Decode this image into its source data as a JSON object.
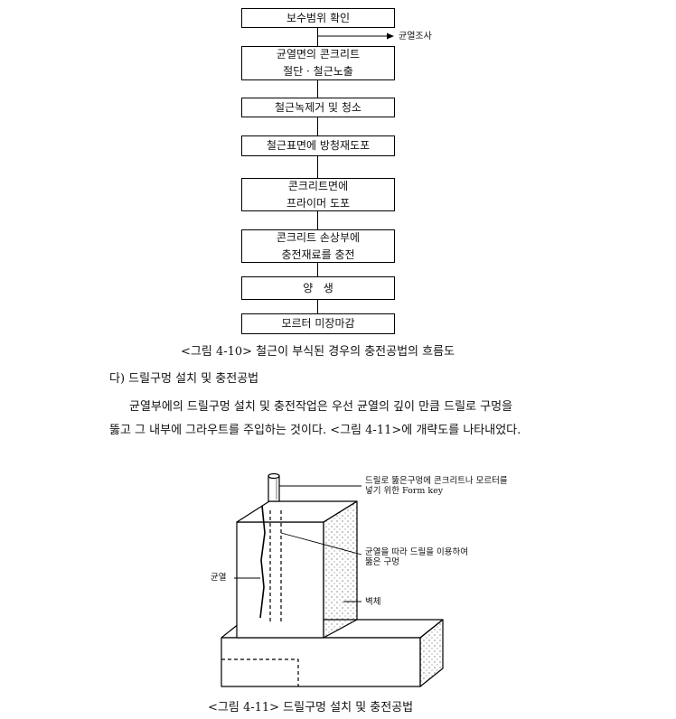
{
  "flowchart": {
    "steps": [
      {
        "lines": [
          "보수범위 확인"
        ]
      },
      {
        "lines": [
          "균열면의 콘크리트",
          "절단 · 철근노출"
        ]
      },
      {
        "lines": [
          "철근녹제거 및 청소"
        ]
      },
      {
        "lines": [
          "철근표면에 방청재도포"
        ]
      },
      {
        "lines": [
          "콘크리트면에",
          "프라이머 도포"
        ]
      },
      {
        "lines": [
          "콘크리트 손상부에",
          "충전재료를 충전"
        ]
      },
      {
        "lines": [
          "양   생"
        ]
      },
      {
        "lines": [
          "모르터 미장마감"
        ]
      }
    ],
    "side_branch": "균열조사"
  },
  "figure1_caption": "<그림 4-10> 철근이 부식된 경우의 충전공법의 흐름도",
  "section_heading": "다) 드릴구멍 설치 및 충전공법",
  "paragraph": {
    "line1": "균열부에의 드릴구멍 설치 및 충전작업은 우선 균열의 깊이 만큼 드릴로 구멍을",
    "line2": "뚫고 그 내부에 그라우트를 주입하는 것이다. <그림 4-11>에 개략도를 나타내었다."
  },
  "diagram_labels": {
    "form_key_line1": "드릴로 뚫은구멍에 콘크리트나 모르터를",
    "form_key_line2": "넣기 위한 Form key",
    "drill_hole_line1": "균열을 따라 드릴을 이용하여",
    "drill_hole_line2": "뚫은 구멍",
    "crack": "균열",
    "wall": "벽체"
  },
  "figure2_caption": "<그림 4-11> 드릴구멍 설치 및 충전공법"
}
